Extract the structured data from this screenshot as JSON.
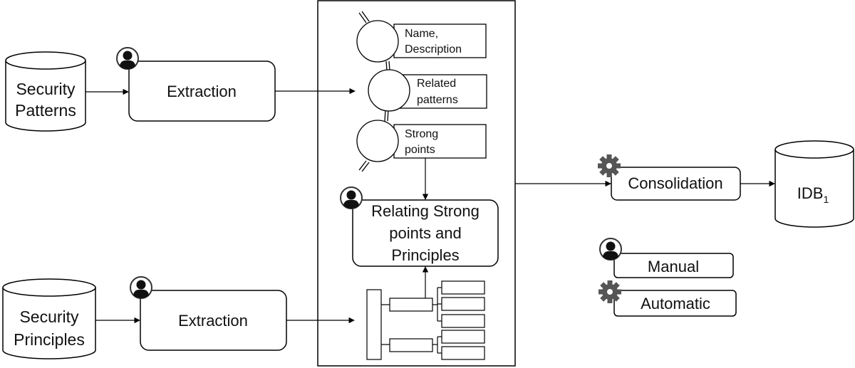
{
  "sources": {
    "patterns": {
      "line1": "Security",
      "line2": "Patterns"
    },
    "principles": {
      "line1": "Security",
      "line2": "Principles"
    }
  },
  "steps": {
    "extraction_top": "Extraction",
    "extraction_bottom": "Extraction",
    "consolidation": "Consolidation",
    "relating": {
      "line1": "Relating Strong",
      "line2": "points and",
      "line3": "Principles"
    }
  },
  "chain": {
    "name_desc": {
      "line1": "Name,",
      "line2": "Description"
    },
    "related": {
      "line1": "Related",
      "line2": "patterns"
    },
    "strong": {
      "line1": "Strong",
      "line2": "points"
    }
  },
  "output": {
    "base": "IDB",
    "subscript": "1"
  },
  "legend": {
    "manual": "Manual",
    "automatic": "Automatic"
  },
  "icons": {
    "manual": "person-icon",
    "automatic": "gear-icon"
  },
  "colors": {
    "stroke": "#000000",
    "icon": "#1a1a1a",
    "gear": "#555555"
  }
}
